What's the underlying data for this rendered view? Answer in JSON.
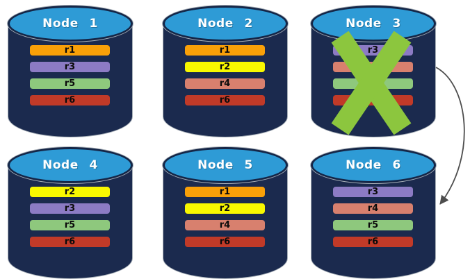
{
  "diagram": {
    "background": "#FFFFFF",
    "cylinder": {
      "body_color": "#1B2A4E",
      "top_color": "#2E9BD6",
      "top_border_color": "#152647",
      "outline_color": "#A8B0B8",
      "title_color": "#FFFFFF"
    },
    "failure_x_color": "#8CC63E",
    "arrow": {
      "color": "#4D4D4D",
      "from": "node-3",
      "to": "node-6"
    },
    "nodes": [
      {
        "title": "Node 1",
        "failed": false,
        "replicas": [
          {
            "label": "r1",
            "color": "#F9A008"
          },
          {
            "label": "r3",
            "color": "#8C7BC4"
          },
          {
            "label": "r5",
            "color": "#8EC87D"
          },
          {
            "label": "r6",
            "color": "#C13A28"
          }
        ]
      },
      {
        "title": "Node 2",
        "failed": false,
        "replicas": [
          {
            "label": "r1",
            "color": "#F9A008"
          },
          {
            "label": "r2",
            "color": "#F8F800"
          },
          {
            "label": "r4",
            "color": "#D8806E"
          },
          {
            "label": "r6",
            "color": "#C13A28"
          }
        ]
      },
      {
        "title": "Node 3",
        "failed": true,
        "replicas": [
          {
            "label": "r3",
            "color": "#8C7BC4"
          },
          {
            "label": "",
            "color": "#D8806E"
          },
          {
            "label": "",
            "color": "#8EC87D"
          },
          {
            "label": "",
            "color": "#C13A28"
          }
        ]
      },
      {
        "title": "Node 4",
        "failed": false,
        "replicas": [
          {
            "label": "r2",
            "color": "#F8F800"
          },
          {
            "label": "r3",
            "color": "#8C7BC4"
          },
          {
            "label": "r5",
            "color": "#8EC87D"
          },
          {
            "label": "r6",
            "color": "#C13A28"
          }
        ]
      },
      {
        "title": "Node 5",
        "failed": false,
        "replicas": [
          {
            "label": "r1",
            "color": "#F9A008"
          },
          {
            "label": "r2",
            "color": "#F8F800"
          },
          {
            "label": "r4",
            "color": "#D8806E"
          },
          {
            "label": "r6",
            "color": "#C13A28"
          }
        ]
      },
      {
        "title": "Node 6",
        "failed": false,
        "replicas": [
          {
            "label": "r3",
            "color": "#8C7BC4"
          },
          {
            "label": "r4",
            "color": "#D8806E"
          },
          {
            "label": "r5",
            "color": "#8EC87D"
          },
          {
            "label": "r6",
            "color": "#C13A28"
          }
        ]
      }
    ]
  }
}
